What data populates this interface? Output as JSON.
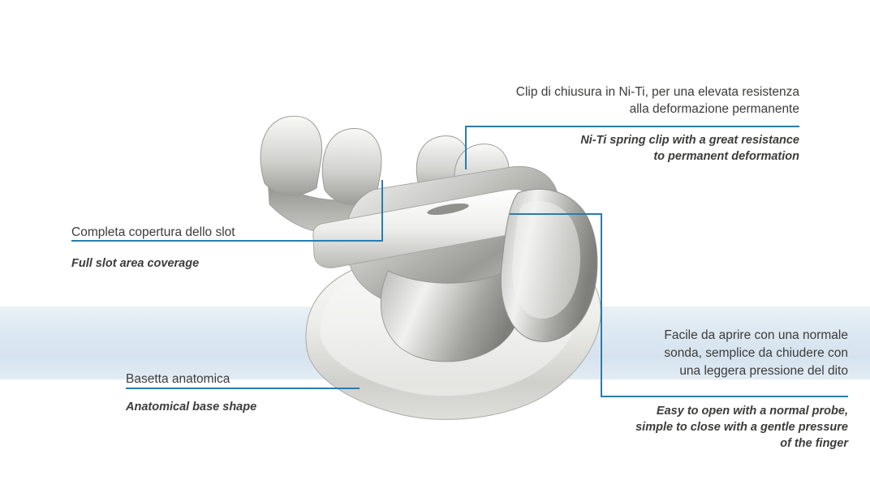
{
  "page": {
    "background": "#ffffff",
    "band_color": "#d9e5f0",
    "line_color": "#2b7cad",
    "text_color": "#3c3c3b"
  },
  "figure": {
    "subject": "self-ligating orthodontic bracket render"
  },
  "callouts": {
    "niti_clip": {
      "it": "Clip di chiusura in Ni-Ti, per una elevata resistenza\nalla deformazione permanente",
      "en": "Ni-Ti spring clip with a great resistance\nto permanent deformation"
    },
    "slot_coverage": {
      "it": "Completa copertura dello slot",
      "en": "Full slot area coverage"
    },
    "anatomical_base": {
      "it": "Basetta anatomica",
      "en": "Anatomical base shape"
    },
    "easy_open": {
      "it": "Facile da aprire con una normale\nsonda, semplice da chiudere con\nuna leggera pressione del dito",
      "en": "Easy to open with a normal probe,\nsimple to close with a gentle pressure\nof the finger"
    }
  }
}
